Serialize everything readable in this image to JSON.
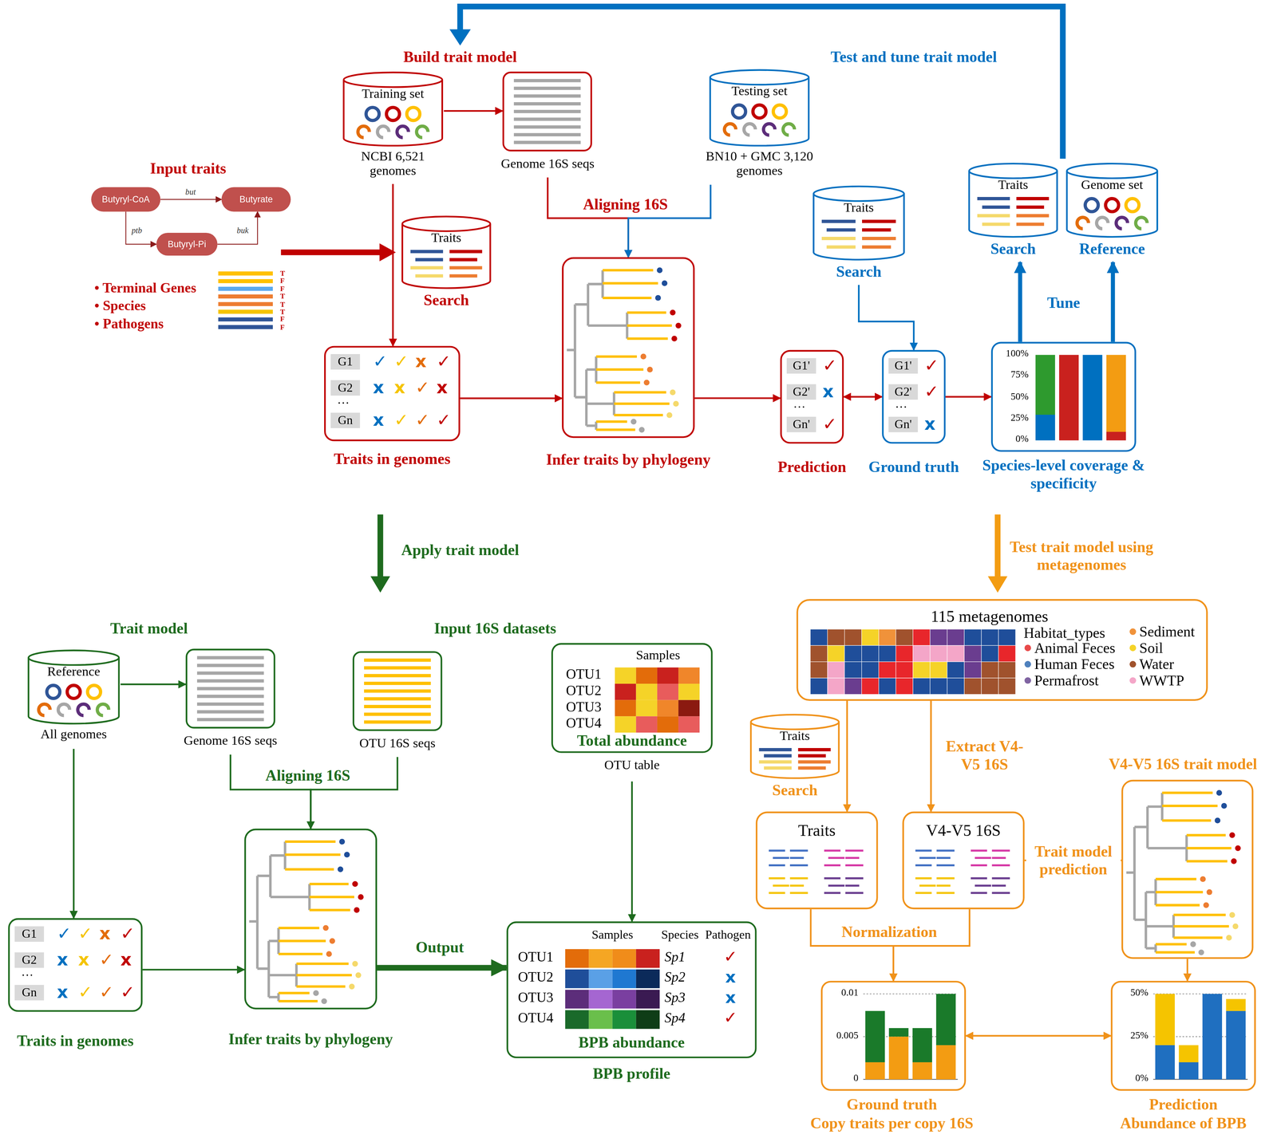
{
  "diagram": {
    "nodes": [
      {
        "text": [
          "Training set",
          "NCBI 6,521 genomes"
        ]
      },
      {
        "text": [
          "Genome 16S seqs"
        ]
      },
      {
        "text": [
          "Testing set",
          "BN10 + GMC 3,120 genomes"
        ]
      },
      {
        "text": [
          "Butyryl-CoA"
        ]
      },
      {
        "text": [
          "Butyrate"
        ]
      },
      {
        "text": [
          "Butyryl-Pi"
        ]
      },
      {
        "text": [
          "Traits",
          "Search"
        ]
      },
      {
        "text": [
          "Traits in genomes",
          "G1",
          "✓",
          "✓",
          "x",
          "✓",
          "G2",
          "x",
          "x",
          "✓",
          "x",
          "…",
          "Gn",
          "x",
          "✓",
          "✓",
          "✓"
        ]
      },
      {
        "text": [
          "Infer traits by phylogeny"
        ]
      },
      {
        "text": [
          "Prediction",
          "G1'",
          "✓",
          "G2'",
          "x",
          "…",
          "Gn'",
          "✓"
        ]
      },
      {
        "text": [
          "Ground truth",
          "G1'",
          "✓",
          "G2'",
          "✓",
          "…",
          "Gn'",
          "x"
        ]
      },
      {
        "text": [
          "Traits",
          "Search"
        ]
      },
      {
        "text": [
          "Traits",
          "Search"
        ]
      },
      {
        "text": [
          "Genome set",
          "Reference"
        ]
      },
      {
        "text": [
          "Species-level coverage & specificity",
          "100%",
          "75%",
          "50%",
          "25%",
          "0%"
        ]
      },
      {
        "text": [
          "Reference",
          "All genomes"
        ]
      },
      {
        "text": [
          "Genome 16S seqs"
        ]
      },
      {
        "text": [
          "OTU 16S seqs"
        ]
      },
      {
        "text": [
          "Samples",
          "OTU1",
          "OTU2",
          "OTU3",
          "OTU4",
          "Total abundance",
          "OTU table"
        ]
      },
      {
        "text": [
          "Traits in genomes",
          "G1",
          "✓",
          "✓",
          "x",
          "✓",
          "G2",
          "x",
          "x",
          "✓",
          "x",
          "…",
          "Gn",
          "x",
          "✓",
          "✓",
          "✓"
        ]
      },
      {
        "text": [
          "Infer traits by phylogeny"
        ]
      },
      {
        "text": [
          "Samples",
          "Species",
          "Pathogen",
          "OTU1",
          "Sp1",
          "✓",
          "OTU2",
          "Sp2",
          "x",
          "OTU3",
          "Sp3",
          "x",
          "OTU4",
          "Sp4",
          "✓",
          "BPB abundance",
          "BPB profile"
        ]
      },
      {
        "text": [
          "115 metagenomes"
        ]
      },
      {
        "text": [
          "Traits",
          "Search"
        ]
      },
      {
        "text": [
          "Traits"
        ]
      },
      {
        "text": [
          "V4-V5 16S"
        ]
      },
      {
        "text": [
          "V4-V5 16S trait model"
        ]
      },
      {
        "text": [
          "Ground truth",
          "Copy traits per copy 16S",
          "0.01",
          "0.005",
          "0"
        ]
      },
      {
        "text": [
          "Prediction",
          "Abundance of BPB",
          "50%",
          "25%",
          "0%"
        ]
      }
    ],
    "edges": [
      {
        "from": 3,
        "to": 4,
        "arrow": "to",
        "label": "but"
      },
      {
        "from": 3,
        "to": 5,
        "arrow": "to",
        "label": "ptb"
      },
      {
        "from": 5,
        "to": 4,
        "arrow": "to",
        "label": "buk"
      },
      {
        "from": 0,
        "to": 1,
        "arrow": "to"
      },
      {
        "from": 0,
        "to": 7,
        "arrow": "to"
      },
      {
        "from": 1,
        "to": 8,
        "arrow": "to",
        "label": "Aligning 16S"
      },
      {
        "from": 2,
        "to": 8,
        "arrow": "to"
      },
      {
        "from": 7,
        "to": 8,
        "arrow": "to"
      },
      {
        "from": 8,
        "to": 9,
        "arrow": "to"
      },
      {
        "from": 9,
        "to": 10,
        "arrow": "both"
      },
      {
        "from": 11,
        "to": 10,
        "arrow": "to"
      },
      {
        "from": 10,
        "to": 14,
        "arrow": "to"
      },
      {
        "from": 14,
        "to": 12,
        "arrow": "to"
      },
      {
        "from": 14,
        "to": 13,
        "arrow": "to"
      },
      {
        "from": 15,
        "to": 16,
        "arrow": "to"
      },
      {
        "from": 15,
        "to": 19,
        "arrow": "to"
      },
      {
        "from": 16,
        "to": 20,
        "arrow": "to",
        "label": "Aligning 16S"
      },
      {
        "from": 17,
        "to": 20,
        "arrow": "to"
      },
      {
        "from": 19,
        "to": 20,
        "arrow": "to"
      },
      {
        "from": 20,
        "to": 21,
        "arrow": "to",
        "label": "Output"
      },
      {
        "from": 18,
        "to": 21,
        "arrow": "to"
      },
      {
        "from": 22,
        "to": 24,
        "arrow": "to"
      },
      {
        "from": 22,
        "to": 25,
        "arrow": "to",
        "label": "Extract V4-V5 16S"
      },
      {
        "from": 25,
        "to": 26,
        "arrow": "to",
        "label": "Trait model prediction"
      },
      {
        "from": 24,
        "to": 27,
        "arrow": "to",
        "label": "Normalization"
      },
      {
        "from": 25,
        "to": 27,
        "arrow": "to"
      },
      {
        "from": 26,
        "to": 28,
        "arrow": "to"
      },
      {
        "from": 27,
        "to": 28,
        "arrow": "both"
      }
    ],
    "labels": [
      "Build trait model",
      "Test and tune trait model",
      "Input traits",
      "• Terminal Genes",
      "• Species",
      "• Pathogens",
      "T",
      "F",
      "F",
      "T",
      "T",
      "T",
      "F",
      "F",
      "Tune",
      "Apply trait model",
      "Test trait model using metagenomes",
      "Trait model",
      "Input 16S datasets",
      "Habitat_types"
    ],
    "legend": [
      {
        "text": "Animal Feces",
        "color": "#e84a4a"
      },
      {
        "text": "Human Feces",
        "color": "#4f81bd"
      },
      {
        "text": "Permafrost",
        "color": "#8064a2"
      },
      {
        "text": "Sediment",
        "color": "#f0923a"
      },
      {
        "text": "Soil",
        "color": "#f5d328"
      },
      {
        "text": "Water",
        "color": "#a0522d"
      },
      {
        "text": "WWTP",
        "color": "#f4a6c8"
      }
    ]
  }
}
